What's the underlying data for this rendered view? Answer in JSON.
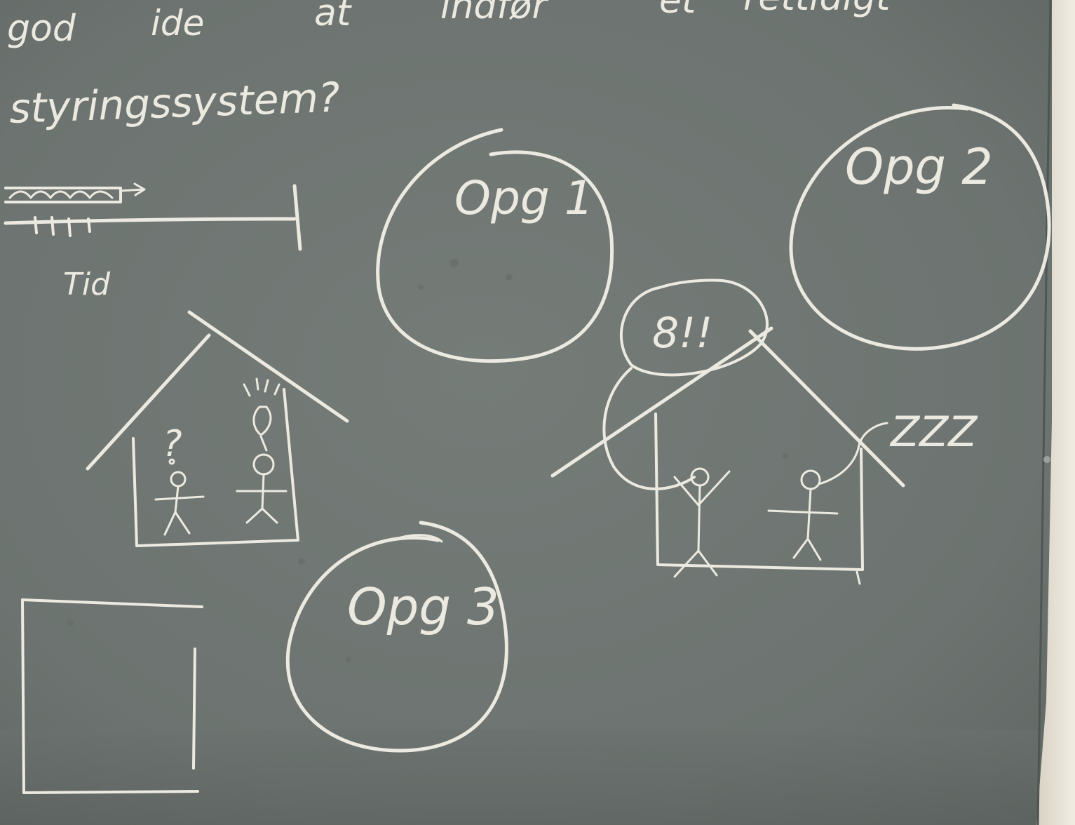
{
  "board": {
    "background_color": "#6f7672",
    "chalk_color": "#eceae0",
    "frame_color": "#e9e4d8"
  },
  "question": {
    "line1_words": [
      "god",
      "ide",
      "at",
      "indfør",
      "et",
      "rettidigt"
    ],
    "line2": "styringssystem?"
  },
  "timeline": {
    "label": "Tid"
  },
  "tasks": {
    "task1": "Opg 1",
    "task2": "Opg 2",
    "task3": "Opg 3"
  },
  "left_house": {
    "question_mark": "?"
  },
  "right_house": {
    "thought_bubble": "8!!",
    "sleep_text": "ZZZ"
  }
}
